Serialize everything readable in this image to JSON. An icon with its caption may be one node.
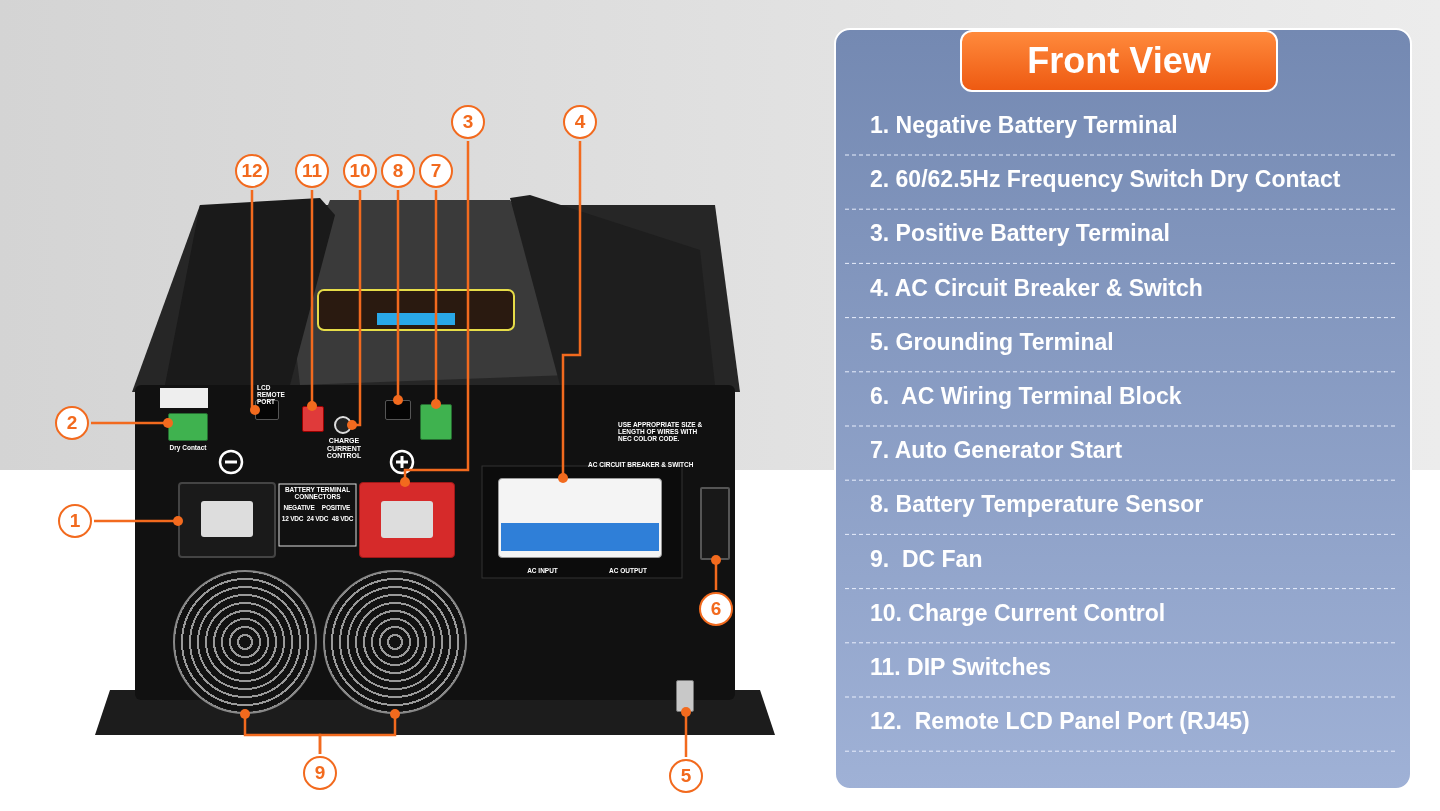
{
  "diagram": {
    "title": "Front View",
    "nodes": [
      {
        "text": [
          "1"
        ]
      },
      {
        "text": [
          "2"
        ]
      },
      {
        "text": [
          "3"
        ]
      },
      {
        "text": [
          "4"
        ]
      },
      {
        "text": [
          "5"
        ]
      },
      {
        "text": [
          "6"
        ]
      },
      {
        "text": [
          "7"
        ]
      },
      {
        "text": [
          "8"
        ]
      },
      {
        "text": [
          "9"
        ]
      },
      {
        "text": [
          "10"
        ]
      },
      {
        "text": [
          "11"
        ]
      },
      {
        "text": [
          "12"
        ]
      },
      {
        "text": [],
        "shape": "picture"
      },
      {
        "text": [],
        "shape": "box",
        "beside": [
          "Dry Contact"
        ]
      },
      {
        "text": [],
        "shape": "picture"
      },
      {
        "text": [],
        "shape": "picture"
      },
      {
        "text": [],
        "shape": "box"
      },
      {
        "text": [],
        "shape": "box"
      },
      {
        "text": [],
        "shape": "box"
      },
      {
        "text": [],
        "shape": "box"
      },
      {
        "text": [],
        "shape": "circle"
      },
      {
        "text": [],
        "shape": "circle"
      },
      {
        "text": [],
        "shape": "circle"
      },
      {
        "text": [],
        "shape": "box"
      },
      {
        "text": [],
        "shape": "box"
      }
    ],
    "edges": [
      {
        "from": 0,
        "to": 12,
        "arrow": "other"
      },
      {
        "from": 1,
        "to": 13,
        "arrow": "other"
      },
      {
        "from": 2,
        "to": 14,
        "arrow": "other"
      },
      {
        "from": 3,
        "to": 15,
        "arrow": "other"
      },
      {
        "from": 4,
        "to": 16,
        "arrow": "other"
      },
      {
        "from": 5,
        "to": 17,
        "arrow": "other"
      },
      {
        "from": 6,
        "to": 18,
        "arrow": "other"
      },
      {
        "from": 7,
        "to": 19,
        "arrow": "other"
      },
      {
        "from": 8,
        "to": 20,
        "arrow": "other"
      },
      {
        "from": 8,
        "to": 21,
        "arrow": "other"
      },
      {
        "from": 9,
        "to": 22,
        "arrow": "other"
      },
      {
        "from": 10,
        "to": 23,
        "arrow": "other"
      },
      {
        "from": 11,
        "to": 24,
        "arrow": "other"
      }
    ],
    "labels": [
      "1. Negative Battery Terminal",
      "2. 60/62.5Hz Frequency Switch Dry Contact",
      "3. Positive Battery Terminal",
      "4. AC Circuit Breaker & Switch",
      "5. Grounding Terminal",
      "6.  AC Wiring Terminal Block",
      "7. Auto Generator Start",
      "8. Battery Temperature Sensor",
      "9.  DC Fan",
      "10. Charge Current Control",
      "11. DIP Switches",
      "12.  Remote LCD Panel Port (RJ45)",
      "LCD REMOTE PORT",
      "CHARGE CURRENT CONTROL",
      "USE APPROPRIATE SIZE & LENGTH OF WIRES WITH NEC COLOR CODE.",
      "AC CIRCUIT BREAKER & SWITCH",
      "AC INPUT",
      "AC OUTPUT",
      "BATTERY TERMINAL CONNECTORS",
      "NEGATIVE",
      "POSITIVE",
      "12 VDC",
      "24 VDC",
      "48 VDC"
    ]
  }
}
